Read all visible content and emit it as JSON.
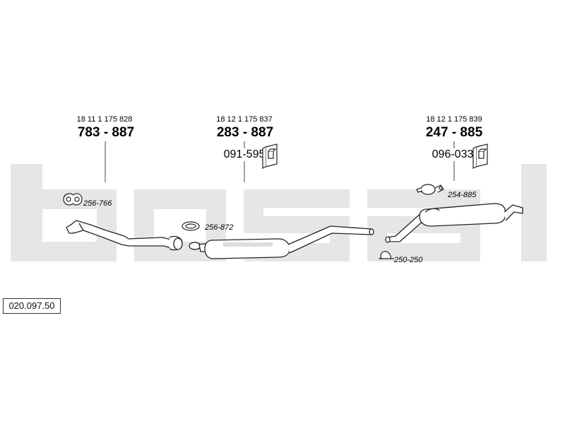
{
  "brand": {
    "logo_text": "bosal",
    "watermark_color": "#e6e6e6"
  },
  "diagram_code": "020.097.50",
  "groups": [
    {
      "oem_number": "18 11 1 175 828",
      "part_number": "783 - 887"
    },
    {
      "oem_number": "18 12 1 175 837",
      "part_number": "283 - 887",
      "mount_part": "091-595"
    },
    {
      "oem_number": "18 12 1 175 839",
      "part_number": "247 - 885",
      "mount_part": "096-033"
    }
  ],
  "fitting_refs": {
    "gasket_front": "256-766",
    "gasket_ring": "256-872",
    "clamp_mid": "250-250",
    "bracket_rear": "254-885"
  },
  "colors": {
    "outline": "#222222",
    "part_fill": "#ffffff",
    "shade": "#dddddd",
    "leader": "#444444"
  }
}
